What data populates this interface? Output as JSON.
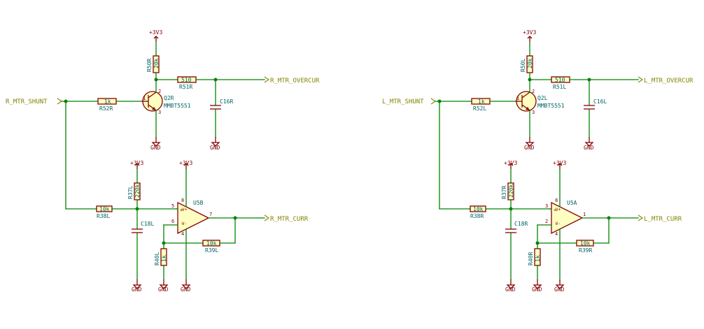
{
  "right": {
    "in_label": "R_MTR_SHUNT",
    "overcur_label": "R_MTR_OVERCUR",
    "curr_label": "R_MTR_CURR",
    "r50": {
      "ref": "R50R",
      "val": "20k"
    },
    "r51": {
      "ref": "R51R",
      "val": "510"
    },
    "r52": {
      "ref": "R52R",
      "val": "1k"
    },
    "q2": {
      "ref": "Q2R",
      "val": "MMBT5551"
    },
    "c16": {
      "ref": "C16R"
    },
    "r37": {
      "ref": "R37L",
      "val": "220k"
    },
    "r38": {
      "ref": "R38L",
      "val": "10k"
    },
    "c18": {
      "ref": "C18L"
    },
    "u5": {
      "ref": "U5B",
      "pin_plus": "5",
      "pin_minus": "6",
      "pin_out": "7",
      "pin_vp": "8",
      "pin_vm": "4"
    },
    "r40": {
      "ref": "R40L",
      "val": "1k"
    },
    "r39": {
      "ref": "R39L",
      "val": "10k"
    }
  },
  "left": {
    "in_label": "L_MTR_SHUNT",
    "overcur_label": "L_MTR_OVERCUR",
    "curr_label": "L_MTR_CURR",
    "r50": {
      "ref": "R50L",
      "val": "20k"
    },
    "r51": {
      "ref": "R51L",
      "val": "510"
    },
    "r52": {
      "ref": "R52L",
      "val": "1k"
    },
    "q2": {
      "ref": "Q2L",
      "val": "MMBT5551"
    },
    "c16": {
      "ref": "C16L"
    },
    "r37": {
      "ref": "R37R",
      "val": "220k"
    },
    "r38": {
      "ref": "R38R",
      "val": "10k"
    },
    "c18": {
      "ref": "C18R"
    },
    "u5": {
      "ref": "U5A",
      "pin_plus": "3",
      "pin_minus": "2",
      "pin_out": "1",
      "pin_vp": "8",
      "pin_vm": "4"
    },
    "r40": {
      "ref": "R40R",
      "val": "1k"
    },
    "r39": {
      "ref": "R39R",
      "val": "10k"
    }
  },
  "power": {
    "vcc": "+3V3",
    "gnd": "GND"
  },
  "pins": {
    "b": "1",
    "c": "2",
    "e": "3",
    "opamp_vp": "V+",
    "opamp_vm": "V-",
    "plus": "+",
    "minus": "-"
  }
}
